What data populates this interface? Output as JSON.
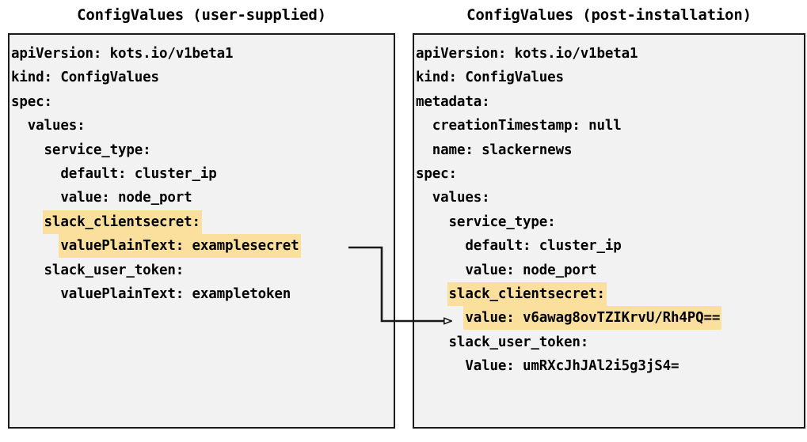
{
  "diagram": {
    "highlight_color": "#fbdf9d",
    "panel_fill": "#f2f2f2",
    "panel_border": "#1a1a1a",
    "connector_color": "#1a1a1a"
  },
  "left_panel": {
    "title": "ConfigValues (user-supplied)",
    "lines": [
      {
        "text": "apiVersion: kots.io/v1beta1",
        "highlight": false
      },
      {
        "text": "kind: ConfigValues",
        "highlight": false
      },
      {
        "text": "spec:",
        "highlight": false
      },
      {
        "text": "  values:",
        "highlight": false
      },
      {
        "text": "    service_type:",
        "highlight": false
      },
      {
        "text": "      default: cluster_ip",
        "highlight": false
      },
      {
        "text": "      value: node_port",
        "highlight": false
      },
      {
        "text": "    slack_clientsecret:",
        "highlight": true
      },
      {
        "text": "      valuePlainText: examplesecret",
        "highlight": true
      },
      {
        "text": "    slack_user_token:",
        "highlight": false
      },
      {
        "text": "      valuePlainText: exampletoken",
        "highlight": false
      }
    ]
  },
  "right_panel": {
    "title": "ConfigValues (post-installation)",
    "lines": [
      {
        "text": "apiVersion: kots.io/v1beta1",
        "highlight": false
      },
      {
        "text": "kind: ConfigValues",
        "highlight": false
      },
      {
        "text": "metadata:",
        "highlight": false
      },
      {
        "text": "  creationTimestamp: null",
        "highlight": false
      },
      {
        "text": "  name: slackernews",
        "highlight": false
      },
      {
        "text": "spec:",
        "highlight": false
      },
      {
        "text": "  values:",
        "highlight": false
      },
      {
        "text": "    service_type:",
        "highlight": false
      },
      {
        "text": "      default: cluster_ip",
        "highlight": false
      },
      {
        "text": "      value: node_port",
        "highlight": false
      },
      {
        "text": "    slack_clientsecret:",
        "highlight": true
      },
      {
        "text": "      value: v6awag8ovTZIKrvU/Rh4PQ==",
        "highlight": true
      },
      {
        "text": "    slack_user_token:",
        "highlight": false
      },
      {
        "text": "      Value: umRXcJhJAl2i5g3jS4=",
        "highlight": false
      }
    ]
  }
}
